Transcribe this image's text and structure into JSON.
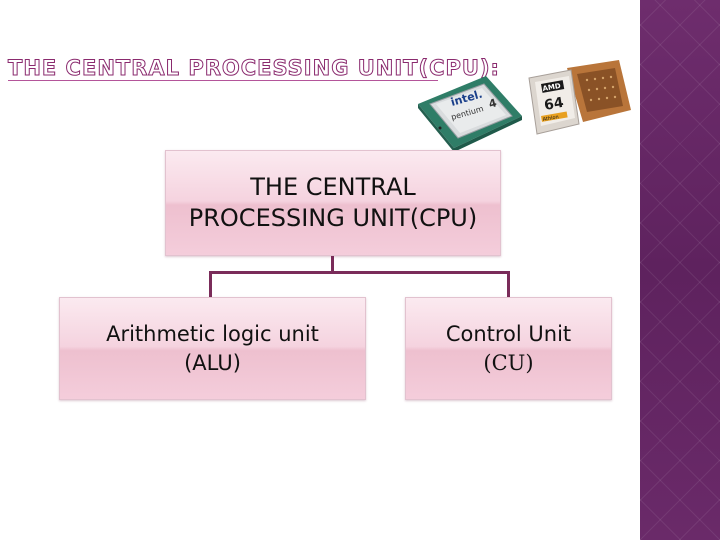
{
  "slide": {
    "title": "THE CENTRAL PROCESSING UNIT(CPU):"
  },
  "chips": {
    "intel": {
      "brand": "intel.",
      "model": "pentium",
      "number": "4"
    },
    "amd": {
      "brand": "AMD",
      "model": "64",
      "badge": "Athlon"
    }
  },
  "diagram": {
    "root": {
      "line1": "THE CENTRAL",
      "line2": "PROCESSING UNIT(CPU)"
    },
    "children": [
      {
        "line1": "Arithmetic logic unit",
        "line2": "(ALU)"
      },
      {
        "line1": "Control Unit",
        "line2": "(CU)"
      }
    ]
  },
  "colors": {
    "accent": "#8a2a6e",
    "box_fill": "#f5d3df",
    "connector": "#7a2c5a",
    "side_band": "#6b2a6a"
  }
}
